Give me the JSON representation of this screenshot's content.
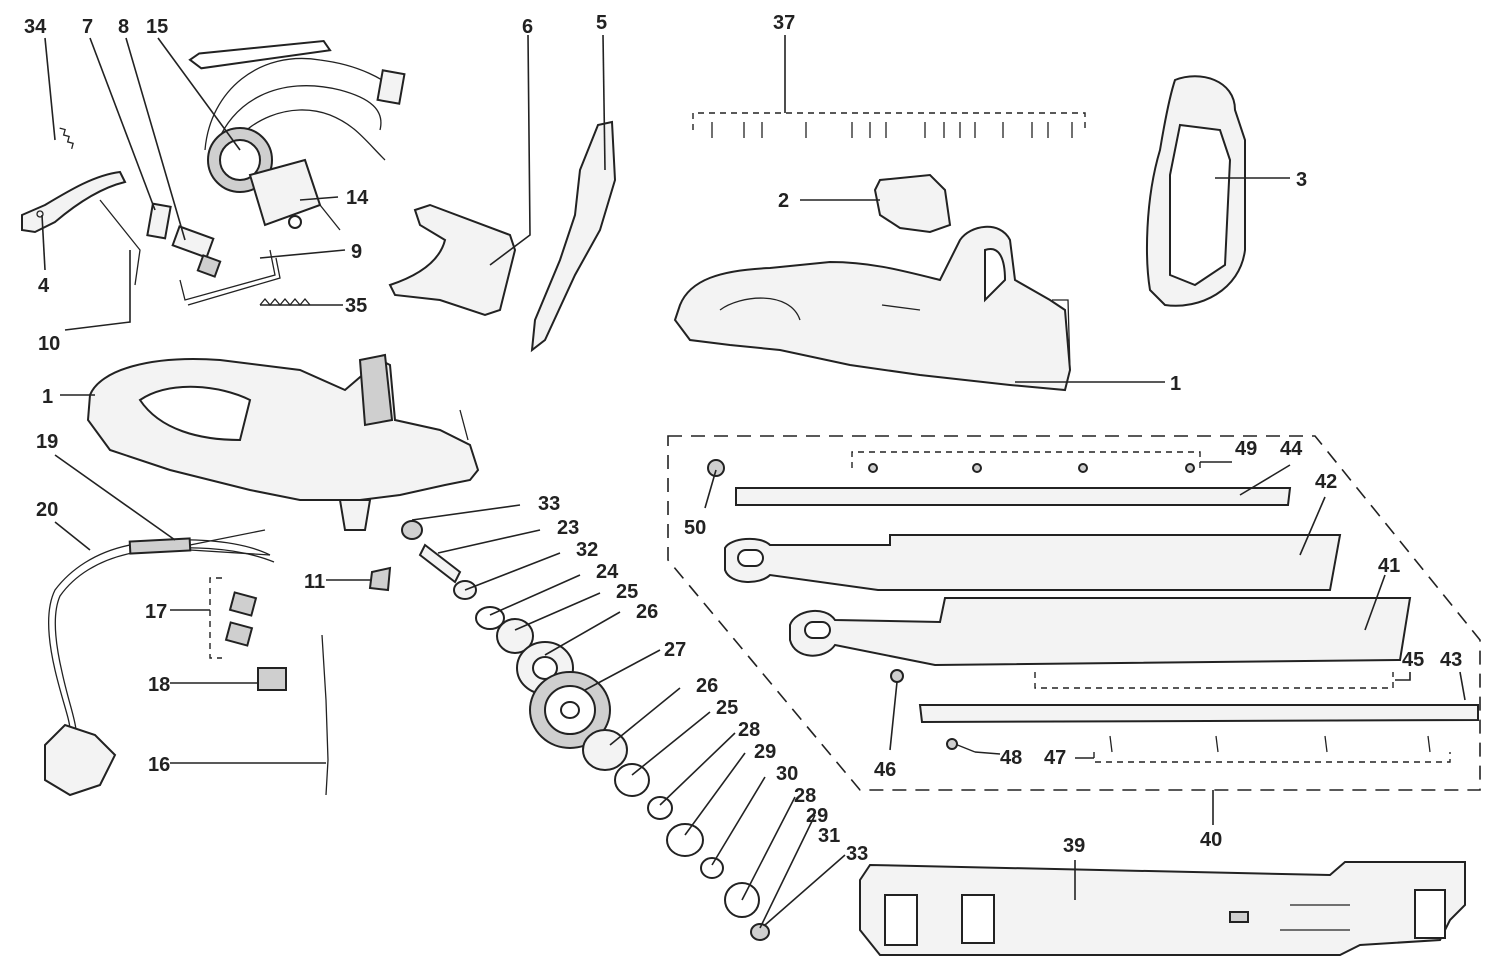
{
  "labels": {
    "l34": "34",
    "l7": "7",
    "l8": "8",
    "l15": "15",
    "l14": "14",
    "l4": "4",
    "l9": "9",
    "l35": "35",
    "l10": "10",
    "l6": "6",
    "l5": "5",
    "l37": "37",
    "l2": "2",
    "l3": "3",
    "l1a": "1",
    "l1b": "1",
    "l19": "19",
    "l20": "20",
    "l33a": "33",
    "l23": "23",
    "l32": "32",
    "l24": "24",
    "l25a": "25",
    "l26a": "26",
    "l27": "27",
    "l26b": "26",
    "l25b": "25",
    "l28a": "28",
    "l29a": "29",
    "l30": "30",
    "l28b": "28",
    "l29b": "29",
    "l31": "31",
    "l33b": "33",
    "l11": "11",
    "l17": "17",
    "l18": "18",
    "l16": "16",
    "l49": "49",
    "l44": "44",
    "l42": "42",
    "l50": "50",
    "l41": "41",
    "l45": "45",
    "l43": "43",
    "l46": "46",
    "l48": "48",
    "l47": "47",
    "l40": "40",
    "l39": "39"
  }
}
